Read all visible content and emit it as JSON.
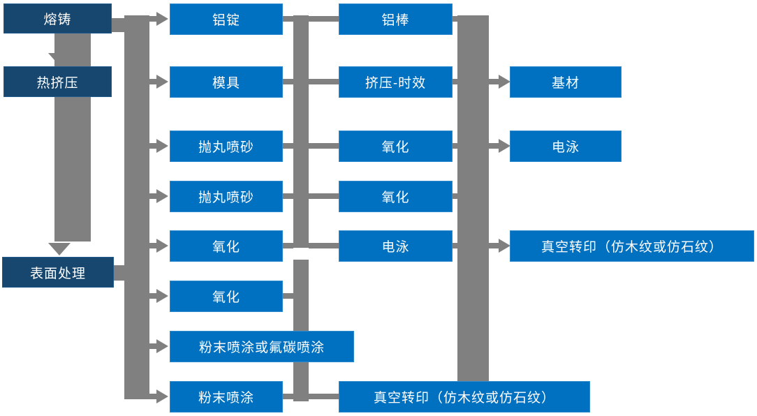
{
  "diagram_type": "flowchart",
  "colors": {
    "background": "#FFFFFF",
    "process_box": "#0070C0",
    "process_box_border": "#2E8BD0",
    "stage_box": "#17466F",
    "stage_box_border": "#225C8F",
    "connector": "#808080",
    "text": "#FFFFFF"
  },
  "nodes": {
    "melting_casting": {
      "label": "熔铸"
    },
    "hot_extrusion": {
      "label": "热挤压"
    },
    "surface_treatment": {
      "label": "表面处理"
    },
    "aluminum_ingot": {
      "label": "铝锭"
    },
    "mold": {
      "label": "模具"
    },
    "shot_blast_1": {
      "label": "抛丸喷砂"
    },
    "shot_blast_2": {
      "label": "抛丸喷砂"
    },
    "oxidation_a": {
      "label": "氧化"
    },
    "oxidation_b": {
      "label": "氧化"
    },
    "powder_or_fluorocarbon_coating": {
      "label": "粉末喷涂或氟碳喷涂"
    },
    "powder_coating": {
      "label": "粉末喷涂"
    },
    "aluminum_rod": {
      "label": "铝棒"
    },
    "extrusion_aging": {
      "label": "挤压-时效"
    },
    "oxidation_c": {
      "label": "氧化"
    },
    "oxidation_d": {
      "label": "氧化"
    },
    "electrophoresis_a": {
      "label": "电泳"
    },
    "vacuum_transfer_bottom": {
      "label": "真空转印（仿木纹或仿石纹）"
    },
    "base_material": {
      "label": "基材"
    },
    "electrophoresis_b": {
      "label": "电泳"
    },
    "vacuum_transfer_right": {
      "label": "真空转印（仿木纹或仿石纹）"
    }
  },
  "columns": [
    {
      "name": "stages",
      "items": [
        "熔铸",
        "热挤压",
        "表面处理"
      ]
    },
    {
      "name": "column-2",
      "items": [
        "铝锭",
        "模具",
        "抛丸喷砂",
        "抛丸喷砂",
        "氧化",
        "氧化",
        "粉末喷涂或氟碳喷涂",
        "粉末喷涂"
      ]
    },
    {
      "name": "column-3",
      "items": [
        "铝棒",
        "挤压-时效",
        "氧化",
        "氧化",
        "电泳",
        "真空转印（仿木纹或仿石纹）"
      ]
    },
    {
      "name": "column-4",
      "items": [
        "基材",
        "电泳",
        "真空转印（仿木纹或仿石纹）"
      ]
    }
  ],
  "arrows": [
    {
      "to": "热挤压",
      "direction": "down"
    },
    {
      "to": "表面处理",
      "direction": "down"
    },
    {
      "to": "铝锭",
      "direction": "right"
    },
    {
      "to": "模具",
      "direction": "right"
    },
    {
      "to": "抛丸喷砂",
      "direction": "right"
    },
    {
      "to": "抛丸喷砂",
      "direction": "right"
    },
    {
      "to": "氧化",
      "direction": "right"
    },
    {
      "to": "氧化",
      "direction": "right"
    },
    {
      "to": "粉末喷涂或氟碳喷涂",
      "direction": "right"
    },
    {
      "to": "粉末喷涂",
      "direction": "right"
    },
    {
      "from": "挤压-时效",
      "to": "基材",
      "direction": "right"
    },
    {
      "from": "氧化",
      "to": "电泳",
      "direction": "right"
    },
    {
      "from": "电泳",
      "to": "真空转印（仿木纹或仿石纹）",
      "direction": "right"
    }
  ]
}
